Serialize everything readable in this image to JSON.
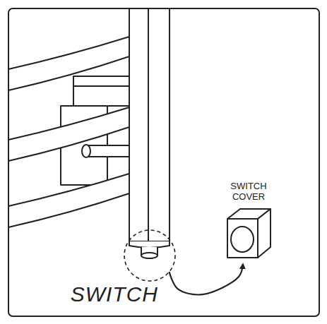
{
  "diagram": {
    "nodes": [
      {
        "text": [
          "SWITCH"
        ]
      },
      {
        "text": [
          "SWITCH COVER"
        ]
      }
    ],
    "edges": [
      {
        "from": 0,
        "to": 1,
        "arrow": "to"
      }
    ]
  }
}
